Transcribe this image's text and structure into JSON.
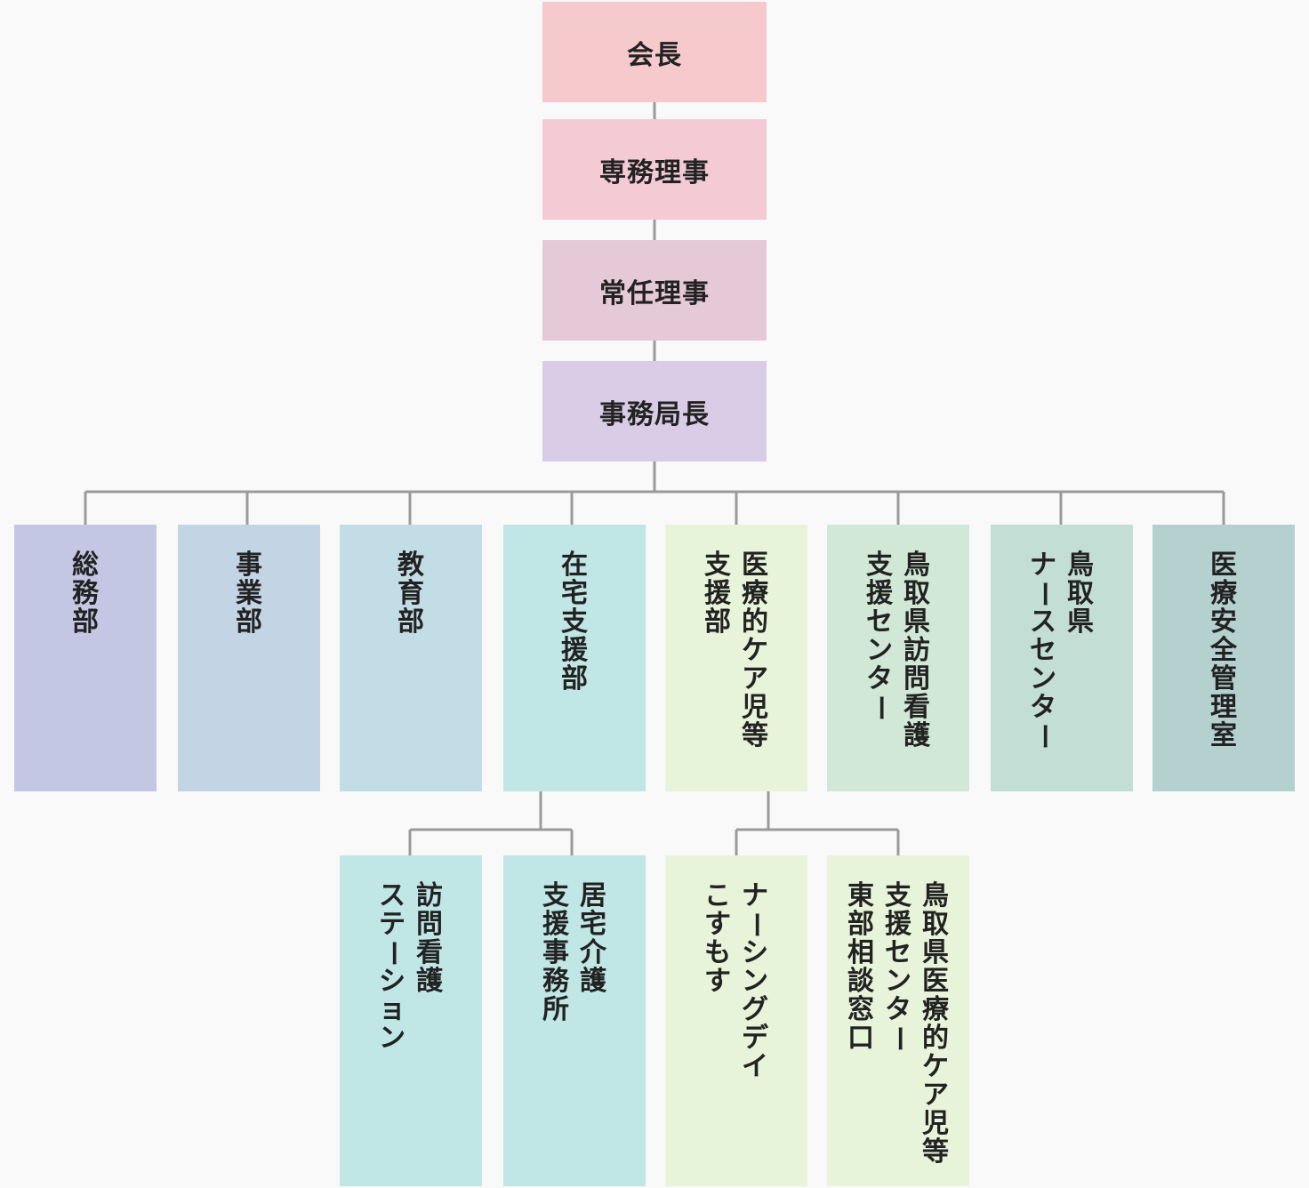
{
  "top_chain": [
    {
      "label": "会長",
      "color": "#f6cacd"
    },
    {
      "label": "専務理事",
      "color": "#f4cad5"
    },
    {
      "label": "常任理事",
      "color": "#e6c9d7"
    },
    {
      "label": "事務局長",
      "color": "#d9cce6"
    }
  ],
  "departments": [
    {
      "label": "総務部",
      "columns": [
        "総務部"
      ],
      "color": "#c4c7e4"
    },
    {
      "label": "事業部",
      "columns": [
        "事業部"
      ],
      "color": "#c3d4e5"
    },
    {
      "label": "教育部",
      "columns": [
        "教育部"
      ],
      "color": "#c2dde5"
    },
    {
      "label": "在宅支援部",
      "columns": [
        "在宅支援部"
      ],
      "color": "#c0e6e5"
    },
    {
      "label": "医療的ケア児等支援部",
      "columns": [
        "医療的ケア児等",
        "支援部"
      ],
      "color": "#e8f4da"
    },
    {
      "label": "鳥取県訪問看護支援センター",
      "columns": [
        "鳥取県訪問看護",
        "支援センター"
      ],
      "color": "#d2e8d6"
    },
    {
      "label": "鳥取県ナースセンター",
      "columns": [
        "鳥取県",
        "ナースセンター"
      ],
      "color": "#c3ded5"
    },
    {
      "label": "医療安全管理室",
      "columns": [
        "医療安全管理室"
      ],
      "color": "#b4d0cf"
    }
  ],
  "sub_units": [
    {
      "label": "訪問看護ステーション",
      "columns": [
        "訪問看護",
        "ステーション"
      ],
      "color": "#c0e6e5"
    },
    {
      "label": "居宅介護支援事務所",
      "columns": [
        "居宅介護",
        "支援事務所"
      ],
      "color": "#c0e6e5"
    },
    {
      "label": "ナーシングデイこすもす",
      "columns": [
        "ナーシングデイ",
        "こすもす"
      ],
      "color": "#e8f4da"
    },
    {
      "label": "鳥取県医療的ケア児等支援センター東部相談窓口",
      "columns": [
        "鳥取県医療的ケア児等",
        "支援センター",
        "東部相談窓口"
      ],
      "color": "#e8f4da"
    }
  ]
}
